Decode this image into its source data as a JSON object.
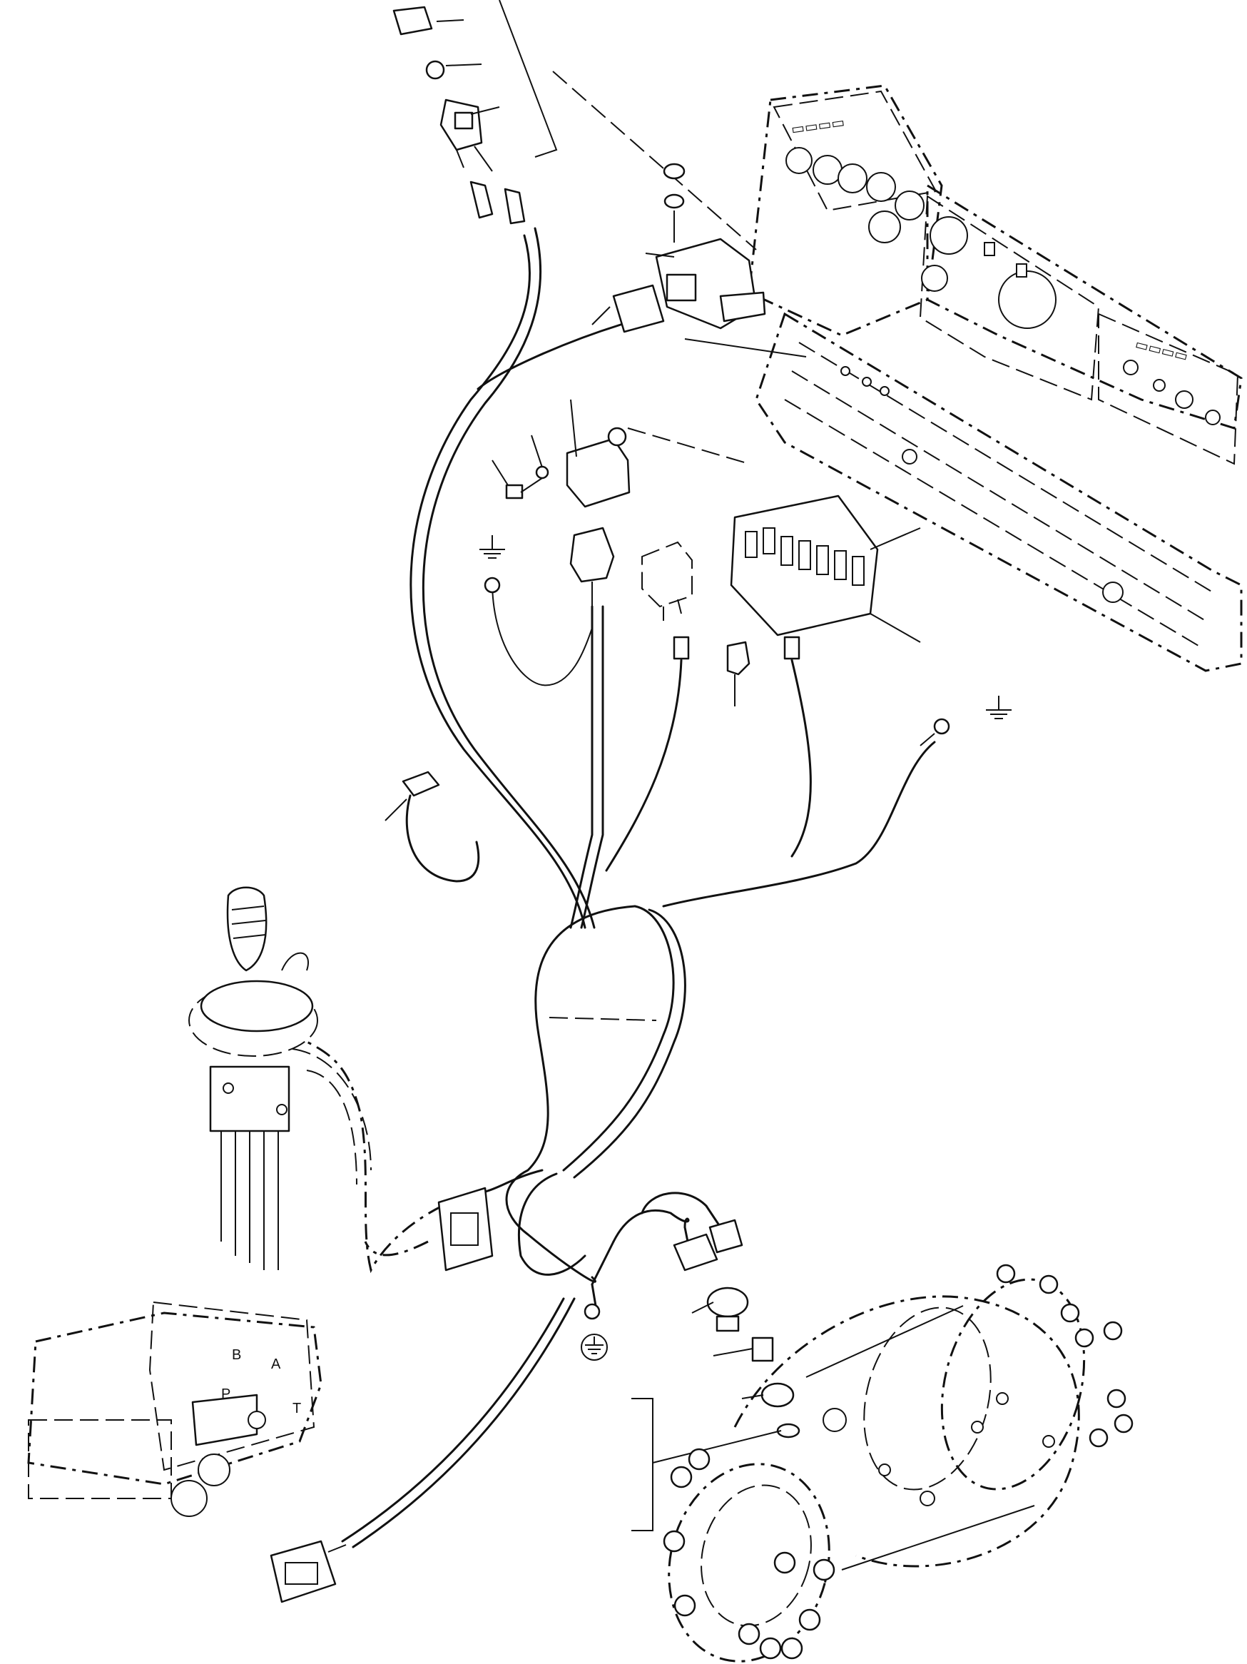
{
  "diagram": {
    "type": "exploded-wiring-harness",
    "printed_labels": {
      "valve_port_b": "B",
      "valve_port_a": "A",
      "valve_port_p": "P",
      "valve_port_t": "T"
    },
    "icons": [
      "ground-icon",
      "ground-icon",
      "ground-icon"
    ]
  }
}
